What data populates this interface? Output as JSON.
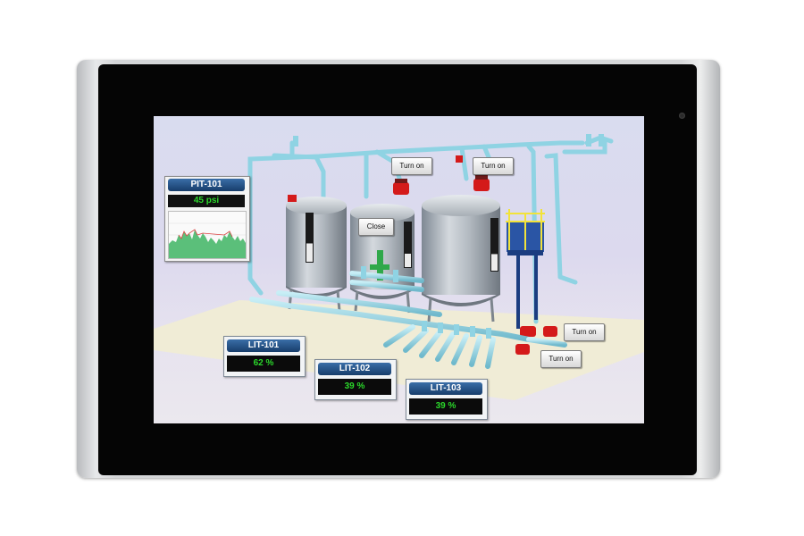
{
  "hmi": {
    "pressure": {
      "tag": "PIT-101",
      "value": "45 psi"
    },
    "levels": [
      {
        "tag": "LIT-101",
        "value": "62 %"
      },
      {
        "tag": "LIT-102",
        "value": "39 %"
      },
      {
        "tag": "LIT-103",
        "value": "39 %"
      }
    ],
    "buttons": {
      "turn_on_1": "Turn on",
      "turn_on_2": "Turn on",
      "close": "Close",
      "turn_on_3": "Turn on",
      "turn_on_4": "Turn on"
    },
    "tank_levels": [
      0.38,
      0.3,
      0.32
    ]
  },
  "colors": {
    "value_text": "#2bd82b",
    "title_bar": "#1f4e85",
    "pipe": "#8fd3e3",
    "valve": "#d41a1a",
    "green_valve": "#2fa84a",
    "railing": "#f2e33a"
  }
}
